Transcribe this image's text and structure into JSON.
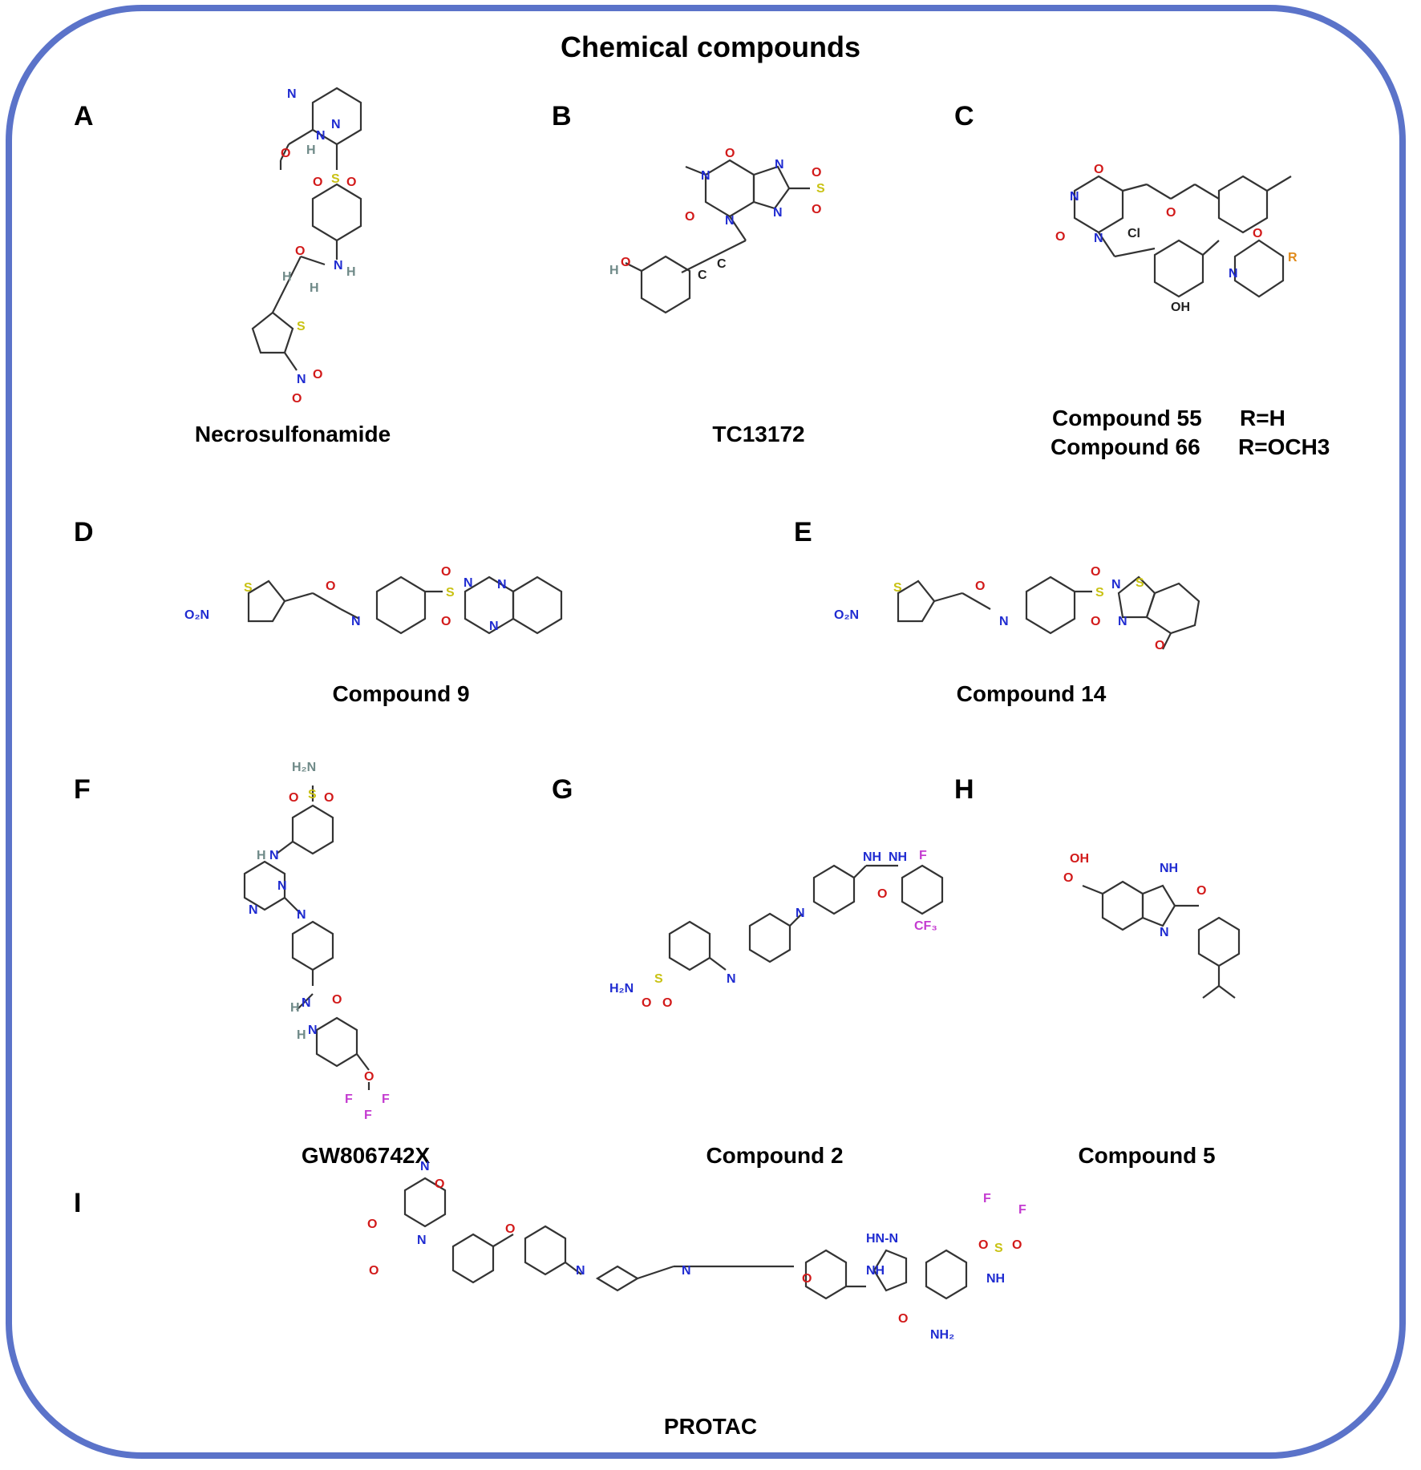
{
  "title": "Chemical compounds",
  "panels": [
    {
      "letter": "A",
      "names": [
        "Necrosulfonamide"
      ]
    },
    {
      "letter": "B",
      "names": [
        "TC13172"
      ]
    },
    {
      "letter": "C",
      "names": [
        "Compound 55",
        "Compound 66"
      ],
      "r_groups": [
        "R=H",
        "R=OCH3"
      ]
    },
    {
      "letter": "D",
      "names": [
        "Compound 9"
      ]
    },
    {
      "letter": "E",
      "names": [
        "Compound 14"
      ]
    },
    {
      "letter": "F",
      "names": [
        "GW806742X"
      ]
    },
    {
      "letter": "G",
      "names": [
        "Compound 2"
      ]
    },
    {
      "letter": "H",
      "names": [
        "Compound 5"
      ]
    },
    {
      "letter": "I",
      "names": [
        "PROTAC"
      ]
    }
  ],
  "colors": {
    "frame": "#5b73c9",
    "nitrogen": "#1f2bd1",
    "oxygen": "#d21a1a",
    "sulfur": "#c9c214",
    "fluorine": "#c43bd0",
    "hydrogen": "#6f8a88"
  }
}
